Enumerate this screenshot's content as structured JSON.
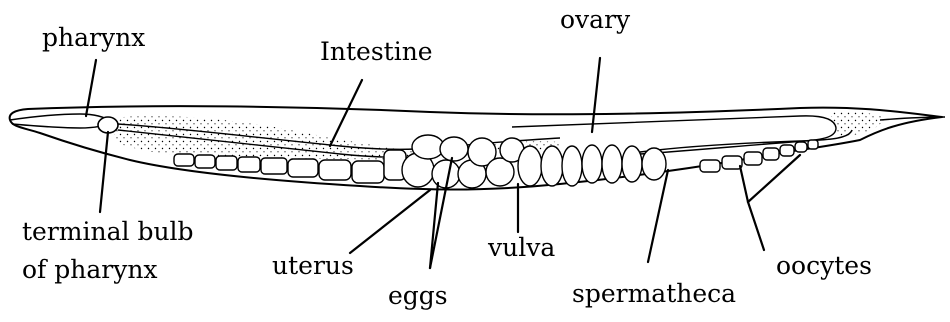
{
  "diagram": {
    "labels": {
      "pharynx": "pharynx",
      "intestine": "Intestine",
      "ovary": "ovary",
      "terminal_bulb_line1": "terminal bulb",
      "terminal_bulb_line2": "of pharynx",
      "uterus": "uterus",
      "eggs": "eggs",
      "vulva": "vulva",
      "spermatheca": "spermatheca",
      "oocytes": "oocytes"
    }
  }
}
